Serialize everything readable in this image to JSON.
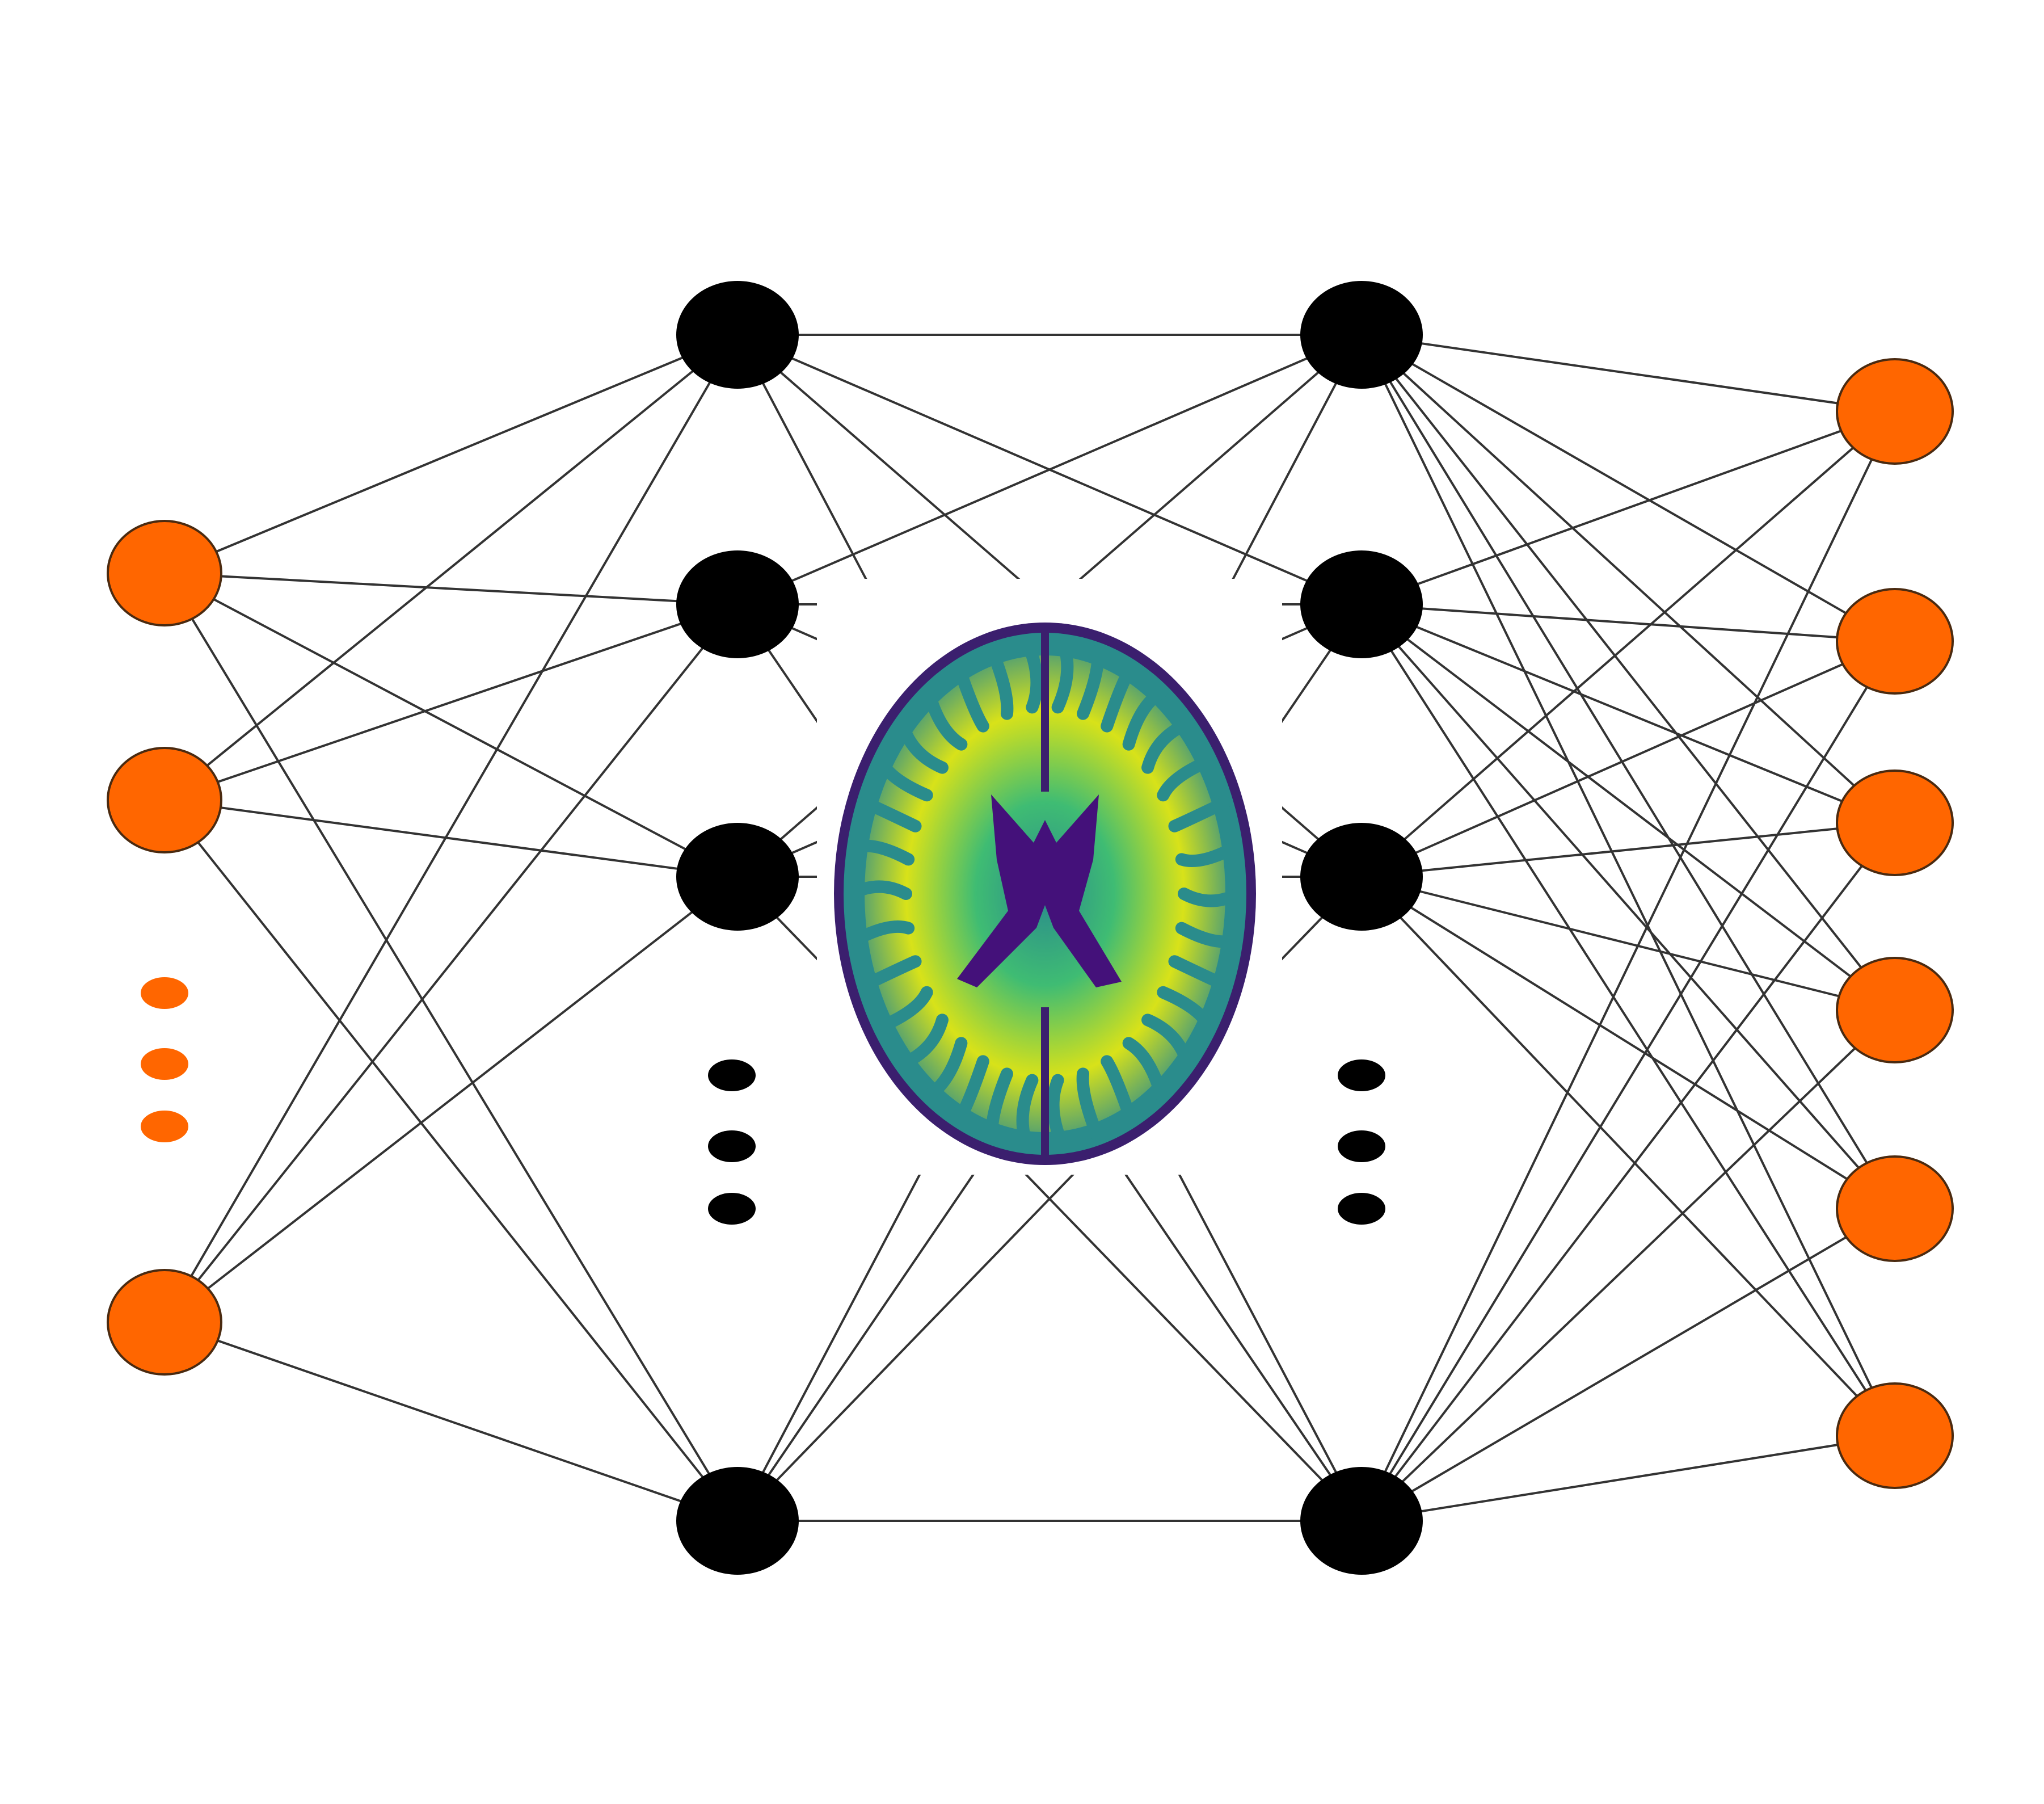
{
  "diagram": {
    "type": "neural-network",
    "layers": [
      {
        "name": "input",
        "visible_nodes": 3,
        "ellipsis": true
      },
      {
        "name": "hidden-1",
        "visible_nodes": 4,
        "ellipsis": true
      },
      {
        "name": "hidden-2",
        "visible_nodes": 4,
        "ellipsis": true
      },
      {
        "name": "output",
        "visible_nodes": 6,
        "ellipsis": false
      }
    ],
    "center_image": "brain-mri-axial-slice"
  },
  "colors": {
    "input_node": "#ff6600",
    "output_node": "#ff6600",
    "hidden_node": "#000000",
    "edge": "#333333",
    "background": "#ffffff",
    "brain_outline": "#3b1f6e",
    "brain_dark": "#44117a",
    "brain_teal": "#2a8c8c",
    "brain_green": "#3fbc73",
    "brain_yellow": "#d8e219"
  }
}
